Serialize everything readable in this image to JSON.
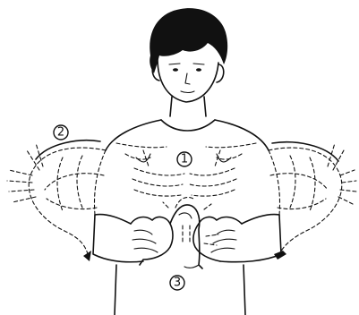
{
  "step_markers": [
    {
      "id": "step-1",
      "label": "1"
    },
    {
      "id": "step-2",
      "label": "2"
    },
    {
      "id": "step-3",
      "label": "3"
    }
  ],
  "ink_color": "#111111",
  "background_color": "#ffffff"
}
